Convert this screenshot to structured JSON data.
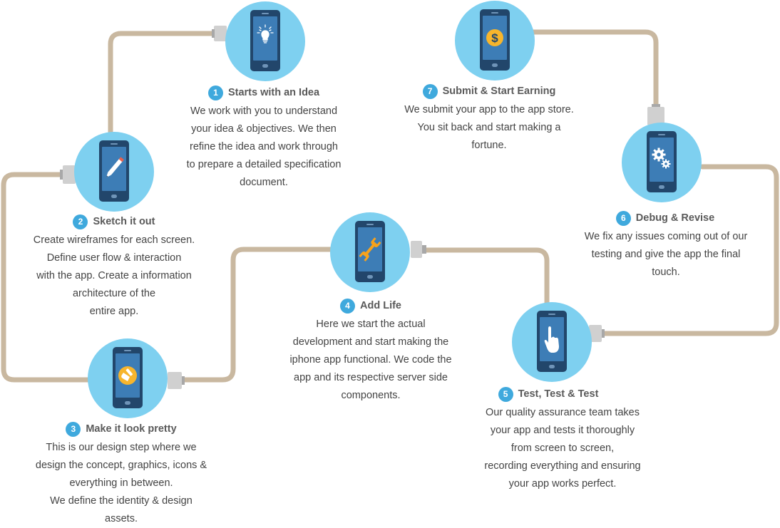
{
  "colors": {
    "wire": "#c9b8a0",
    "circle": "#7ed0f0",
    "phone": "#22466b",
    "screen": "#3d7db6",
    "badge": "#3fa9dd",
    "plug": "#d0d0d0"
  },
  "steps": [
    {
      "number": "1",
      "title": "Starts with an Idea",
      "icon": "lightbulb-icon",
      "lines": [
        "We work with you to understand",
        "your idea & objectives. We then",
        "refine the idea and work through",
        "to prepare a detailed specification",
        "document."
      ]
    },
    {
      "number": "2",
      "title": "Sketch it out",
      "icon": "pencil-icon",
      "lines": [
        "Create wireframes for each screen.",
        "Define user flow & interaction",
        "with the app. Create a information",
        "architecture of the",
        "entire app."
      ]
    },
    {
      "number": "3",
      "title": "Make it look pretty",
      "icon": "paint-brush-icon",
      "lines": [
        "This is our design step where we",
        "design the concept, graphics, icons &",
        "everything in between.",
        "We define the identity & design",
        "assets."
      ]
    },
    {
      "number": "4",
      "title": "Add Life",
      "icon": "wrench-icon",
      "lines": [
        "Here we start the actual",
        "development and start making the",
        "iphone app functional. We code the",
        "app and its respective server side",
        "components."
      ]
    },
    {
      "number": "5",
      "title": "Test, Test & Test",
      "icon": "touch-hand-icon",
      "lines": [
        "Our quality assurance team takes",
        "your app and tests it thoroughly",
        "from screen to screen,",
        "recording everything and ensuring",
        "your app works perfect."
      ]
    },
    {
      "number": "6",
      "title": "Debug & Revise",
      "icon": "gears-icon",
      "lines": [
        "We fix any issues coming out of our",
        "testing and give the app the final",
        "touch."
      ]
    },
    {
      "number": "7",
      "title": "Submit & Start Earning",
      "icon": "dollar-coin-icon",
      "lines": [
        "We submit your app to the app store.",
        "You sit back and start making a",
        "fortune."
      ]
    }
  ]
}
